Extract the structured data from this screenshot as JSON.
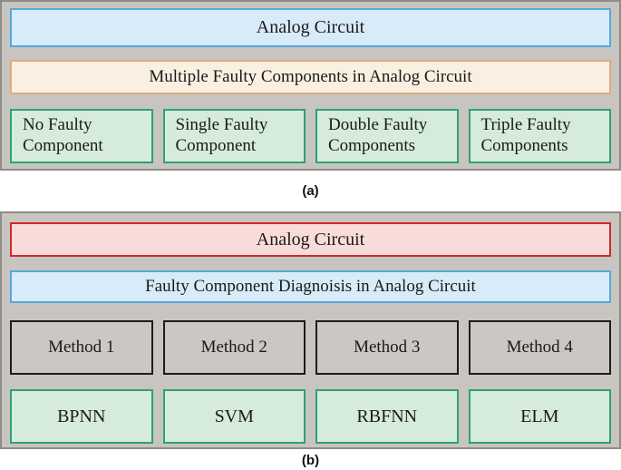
{
  "captions": {
    "a": "(a)",
    "b": "(b)"
  },
  "panel_a": {
    "top_box": "Analog Circuit",
    "middle_box": "Multiple Faulty Components in Analog Circuit",
    "leaf_boxes": [
      "No Faulty Component",
      "Single Faulty Component",
      "Double Faulty Components",
      "Triple Faulty Components"
    ]
  },
  "panel_b": {
    "top_box": "Analog Circuit",
    "middle_box": "Faulty Component Diagnoisis in Analog Circuit",
    "method_boxes": [
      "Method 1",
      "Method 2",
      "Method 3",
      "Method 4"
    ],
    "algorithm_boxes": [
      "BPNN",
      "SVM",
      "RBFNN",
      "ELM"
    ]
  },
  "colors": {
    "panel_background": "#c8c5c0",
    "panel_border": "#8f8c87",
    "blue_fill": "#d8ebf9",
    "blue_border": "#55a8db",
    "cream_fill": "#faf0e2",
    "cream_border": "#dfab79",
    "green_fill": "#d5ecda",
    "green_border": "#2fa077",
    "pink_fill": "#f9dcda",
    "red_border": "#cc2a2a",
    "gray_fill": "#cbc8c3",
    "gray_border": "#1c1c1c",
    "text": "#1a1a1a"
  }
}
